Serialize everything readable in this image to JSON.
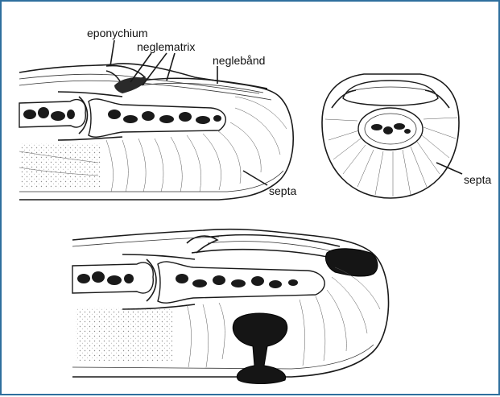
{
  "figure": {
    "labels": {
      "eponychium": "eponychium",
      "neglematrix": "neglematrix",
      "neglebaand": "neglebånd",
      "septa_side": "septa",
      "septa_cross": "septa"
    }
  },
  "colors": {
    "frame_border": "#2e6f9e",
    "ink": "#1a1a1a",
    "background": "#ffffff"
  }
}
